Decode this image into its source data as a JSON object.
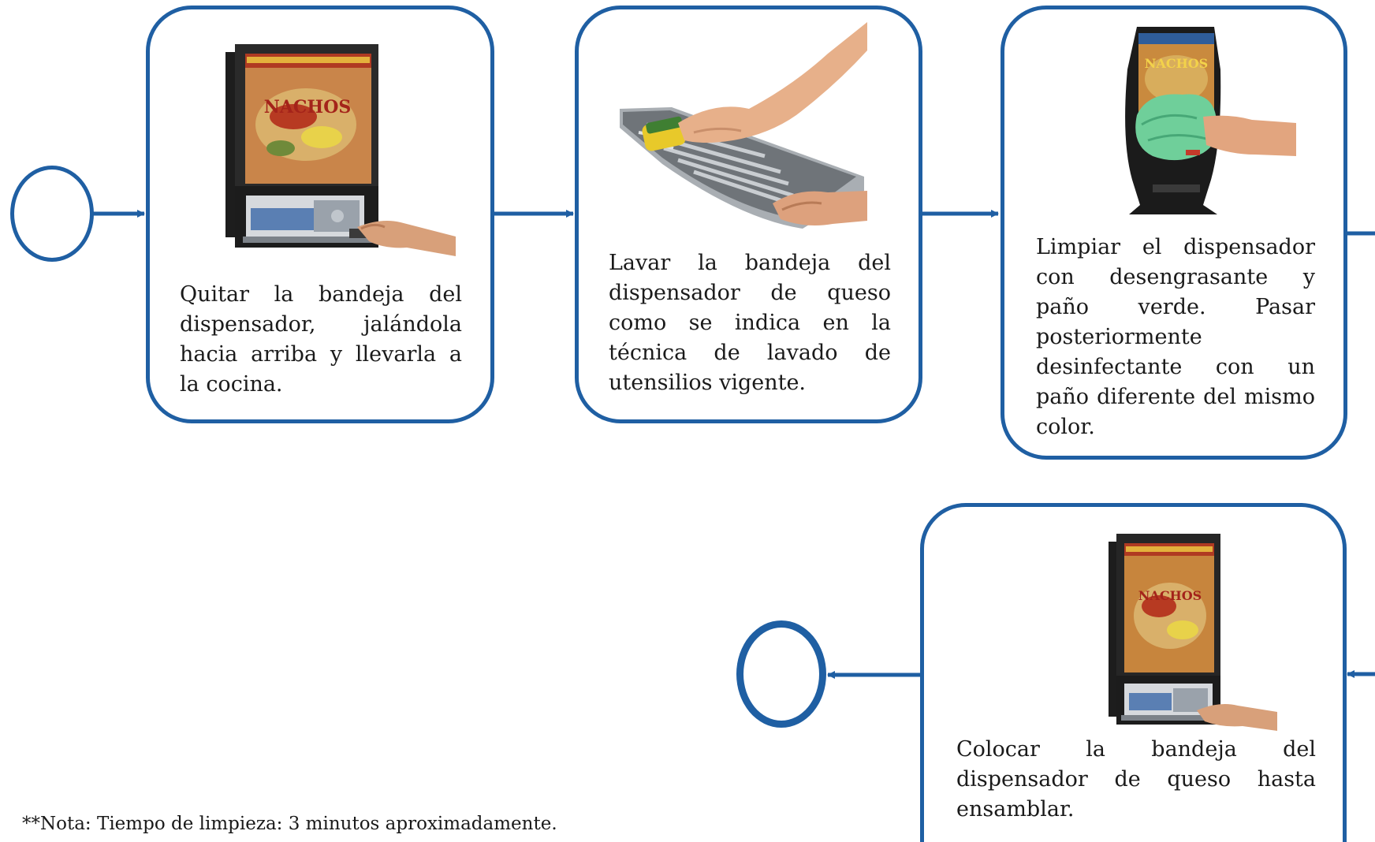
{
  "colors": {
    "accent": "#1f5fa3",
    "text": "#1a1a1a"
  },
  "steps": [
    {
      "icon": "nacho-dispenser-tray-removal-image",
      "text": "Quitar la bandeja del dispensador, jalándola hacia arriba y llevarla a la cocina."
    },
    {
      "icon": "tray-washing-sponge-image",
      "text": "Lavar la bandeja del dispensador de queso como se indica en la técnica de lavado de utensilios vigente."
    },
    {
      "icon": "dispenser-wipe-green-cloth-image",
      "text": "Limpiar el dispensador con desengrasante y paño verde. Pasar posteriormente desinfectante con un paño diferente del mismo color."
    },
    {
      "icon": "nacho-dispenser-tray-insertion-image",
      "text": "Colocar la bandeja del dispensador de queso hasta ensamblar."
    }
  ],
  "dispenser_sign": "NACHOS",
  "note": "**Nota:  Tiempo de limpieza:  3 minutos aproximadamente."
}
